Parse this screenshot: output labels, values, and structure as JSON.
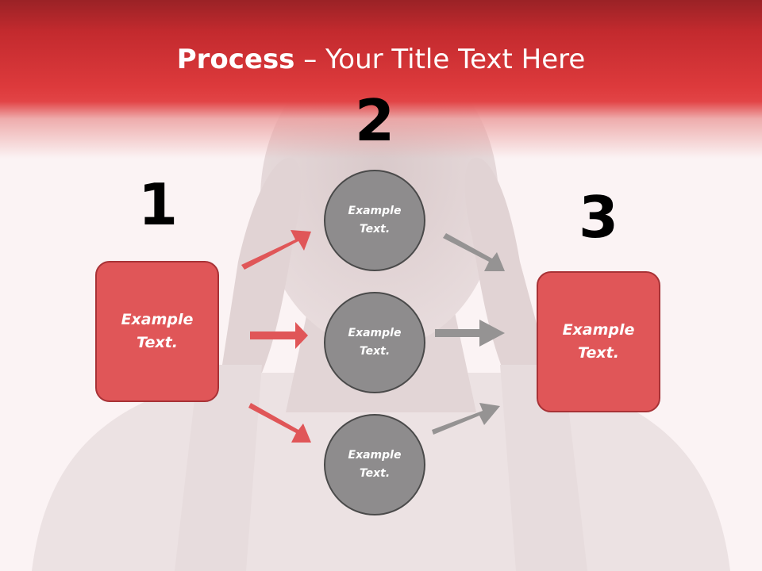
{
  "title": {
    "bold": "Process",
    "rest": " – Your Title Text Here"
  },
  "numbers": [
    "1",
    "2",
    "3"
  ],
  "left_box": {
    "text": "Example Text."
  },
  "right_box": {
    "text": "Example Text."
  },
  "circles": [
    {
      "text": "Example Text."
    },
    {
      "text": "Example Text."
    },
    {
      "text": "Example Text."
    }
  ],
  "colors": {
    "header": "#e03a3c",
    "box": "#e05658",
    "circle": "#8e8c8d",
    "red_arrow": "#e05658",
    "gray_arrow": "#959393"
  }
}
